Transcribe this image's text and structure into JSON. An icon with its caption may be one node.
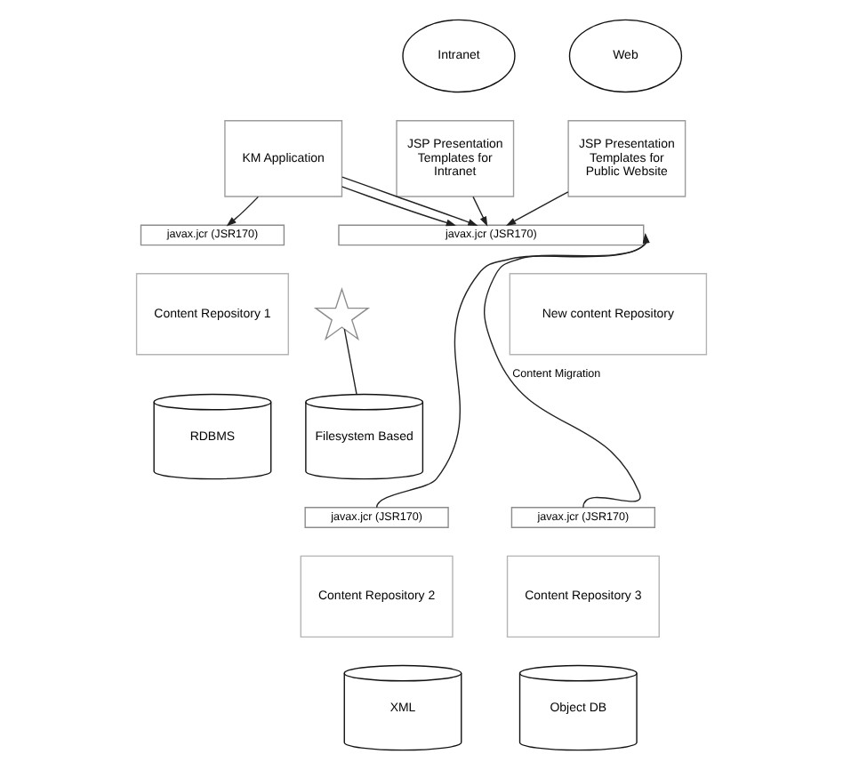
{
  "diagram": {
    "nodes": [
      {
        "text": [
          "Intranet"
        ]
      },
      {
        "text": [
          "Web"
        ]
      },
      {
        "text": [
          "KM Application"
        ]
      },
      {
        "text": [
          "JSP Presentation Templates for Intranet"
        ]
      },
      {
        "text": [
          "JSP Presentation Templates for Public Website"
        ]
      },
      {
        "text": [
          "javax.jcr (JSR170)"
        ]
      },
      {
        "text": [],
        "shape": "star"
      },
      {
        "text": [
          "javax.jcr (JSR170)"
        ]
      },
      {
        "text": [
          "Content Repository 1"
        ]
      },
      {
        "text": [
          "New content Repository"
        ]
      },
      {
        "text": [
          "RDBMS"
        ]
      },
      {
        "text": [
          "Filesystem Based"
        ]
      },
      {
        "text": [
          "javax.jcr (JSR170)"
        ]
      },
      {
        "text": [
          "javax.jcr (JSR170)"
        ]
      },
      {
        "text": [
          "Content Repository 2"
        ]
      },
      {
        "text": [
          "Content Repository 3"
        ]
      },
      {
        "text": [
          "XML"
        ]
      },
      {
        "text": [
          "Object DB"
        ]
      }
    ],
    "edges": [
      {
        "from": 2,
        "to": 5,
        "arrow": "to"
      },
      {
        "from": 2,
        "to": 7,
        "arrow": "to"
      },
      {
        "from": 2,
        "to": 7,
        "arrow": "to"
      },
      {
        "from": 3,
        "to": 7,
        "arrow": "to"
      },
      {
        "from": 4,
        "to": 7,
        "arrow": "to"
      },
      {
        "from": 6,
        "to": 11,
        "arrow": "none"
      },
      {
        "from": 12,
        "to": 7,
        "arrow": "to"
      },
      {
        "from": 13,
        "to": 7,
        "arrow": "to",
        "label": "Content Migration"
      }
    ]
  }
}
